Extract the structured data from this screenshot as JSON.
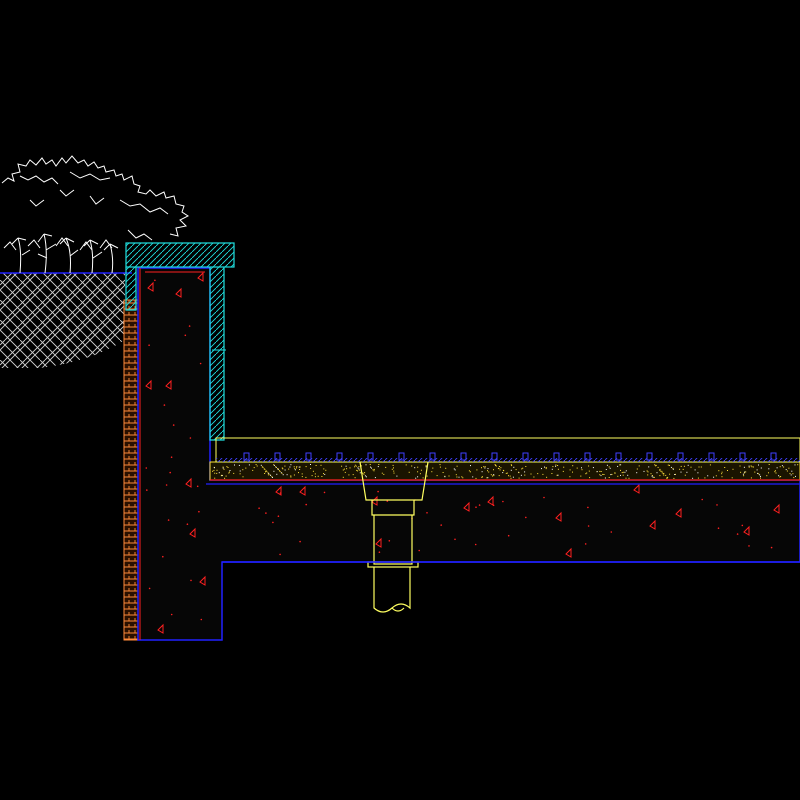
{
  "colors": {
    "background": "#000000",
    "plant": "#ffffff",
    "soil_hatch": "#cfcfcf",
    "ground_line": "#2020ff",
    "concrete_outline": "#2020ff",
    "concrete_fill": "#060606",
    "aggregate": "#ff2020",
    "waterproof": "#ff2020",
    "brick": "#ff8a3a",
    "coping": "#20e0e0",
    "screed_fill": "#ffe23a",
    "drain_pipe": "#ffff60",
    "tile": "#ffff60",
    "tile_joint": "#4040ff"
  },
  "elements": {
    "vegetation": "shrub-outline",
    "soil": "herringbone-hatch",
    "coping": "stone-coping-cap",
    "parapet": "reinforced-concrete-parapet",
    "slab": "reinforced-concrete-slab",
    "drain": "roof-drain-pipe",
    "paving": "tile-paving-layer",
    "screed": "mortar-screed-layer"
  }
}
